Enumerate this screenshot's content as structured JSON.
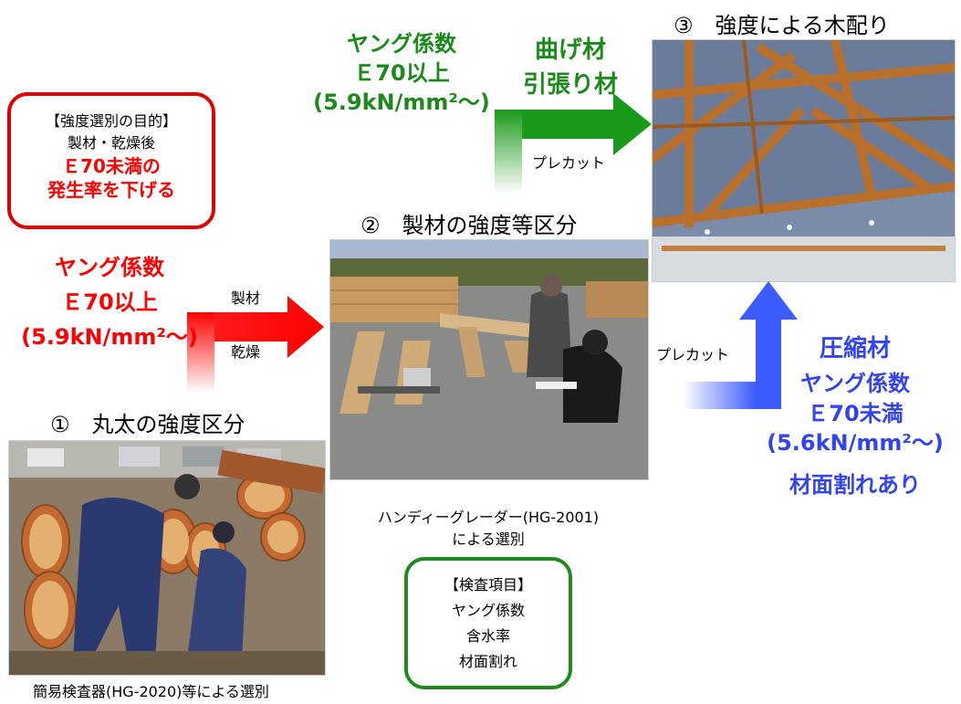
{
  "purpose_box": {
    "heading": "【強度選別の目的】",
    "line1": "製材・乾燥後",
    "line2": "Ｅ70未満の",
    "line3": "発生率を下げる"
  },
  "left_criteria": {
    "line1": "ヤング係数",
    "line2": "Ｅ70以上",
    "line3": "(5.9kN/mm²〜)"
  },
  "arrow_red": {
    "top_label": "製材",
    "bottom_label": "乾燥"
  },
  "step1": {
    "title": "①　丸太の強度区分",
    "caption": "簡易検査器(HG-2020)等による選別"
  },
  "top_criteria": {
    "line1": "ヤング係数",
    "line2": "Ｅ70以上",
    "line3": "(5.9kN/mm²〜)"
  },
  "top_use": {
    "line1": "曲げ材",
    "line2": "引張り材"
  },
  "arrow_green": {
    "label": "プレカット"
  },
  "step2": {
    "title": "②　製材の強度等区分",
    "caption_line1": "ハンディーグレーダー(HG-2001)",
    "caption_line2": "による選別"
  },
  "inspection_box": {
    "heading": "【検査項目】",
    "items": [
      "ヤング係数",
      "含水率",
      "材面割れ"
    ]
  },
  "step3": {
    "title": "③　強度による木配り"
  },
  "arrow_blue": {
    "label": "プレカット"
  },
  "right_criteria": {
    "line1": "圧縮材",
    "line2": "ヤング係数",
    "line3": "Ｅ70未満",
    "line4": "(5.6kN/mm²〜)",
    "note": "材面割れあり"
  },
  "colors": {
    "red": "#ff0000",
    "green": "#1a8a1a",
    "blue": "#3344ee",
    "purpose_border": "#e00000",
    "inspection_border": "#1f8a1f"
  }
}
